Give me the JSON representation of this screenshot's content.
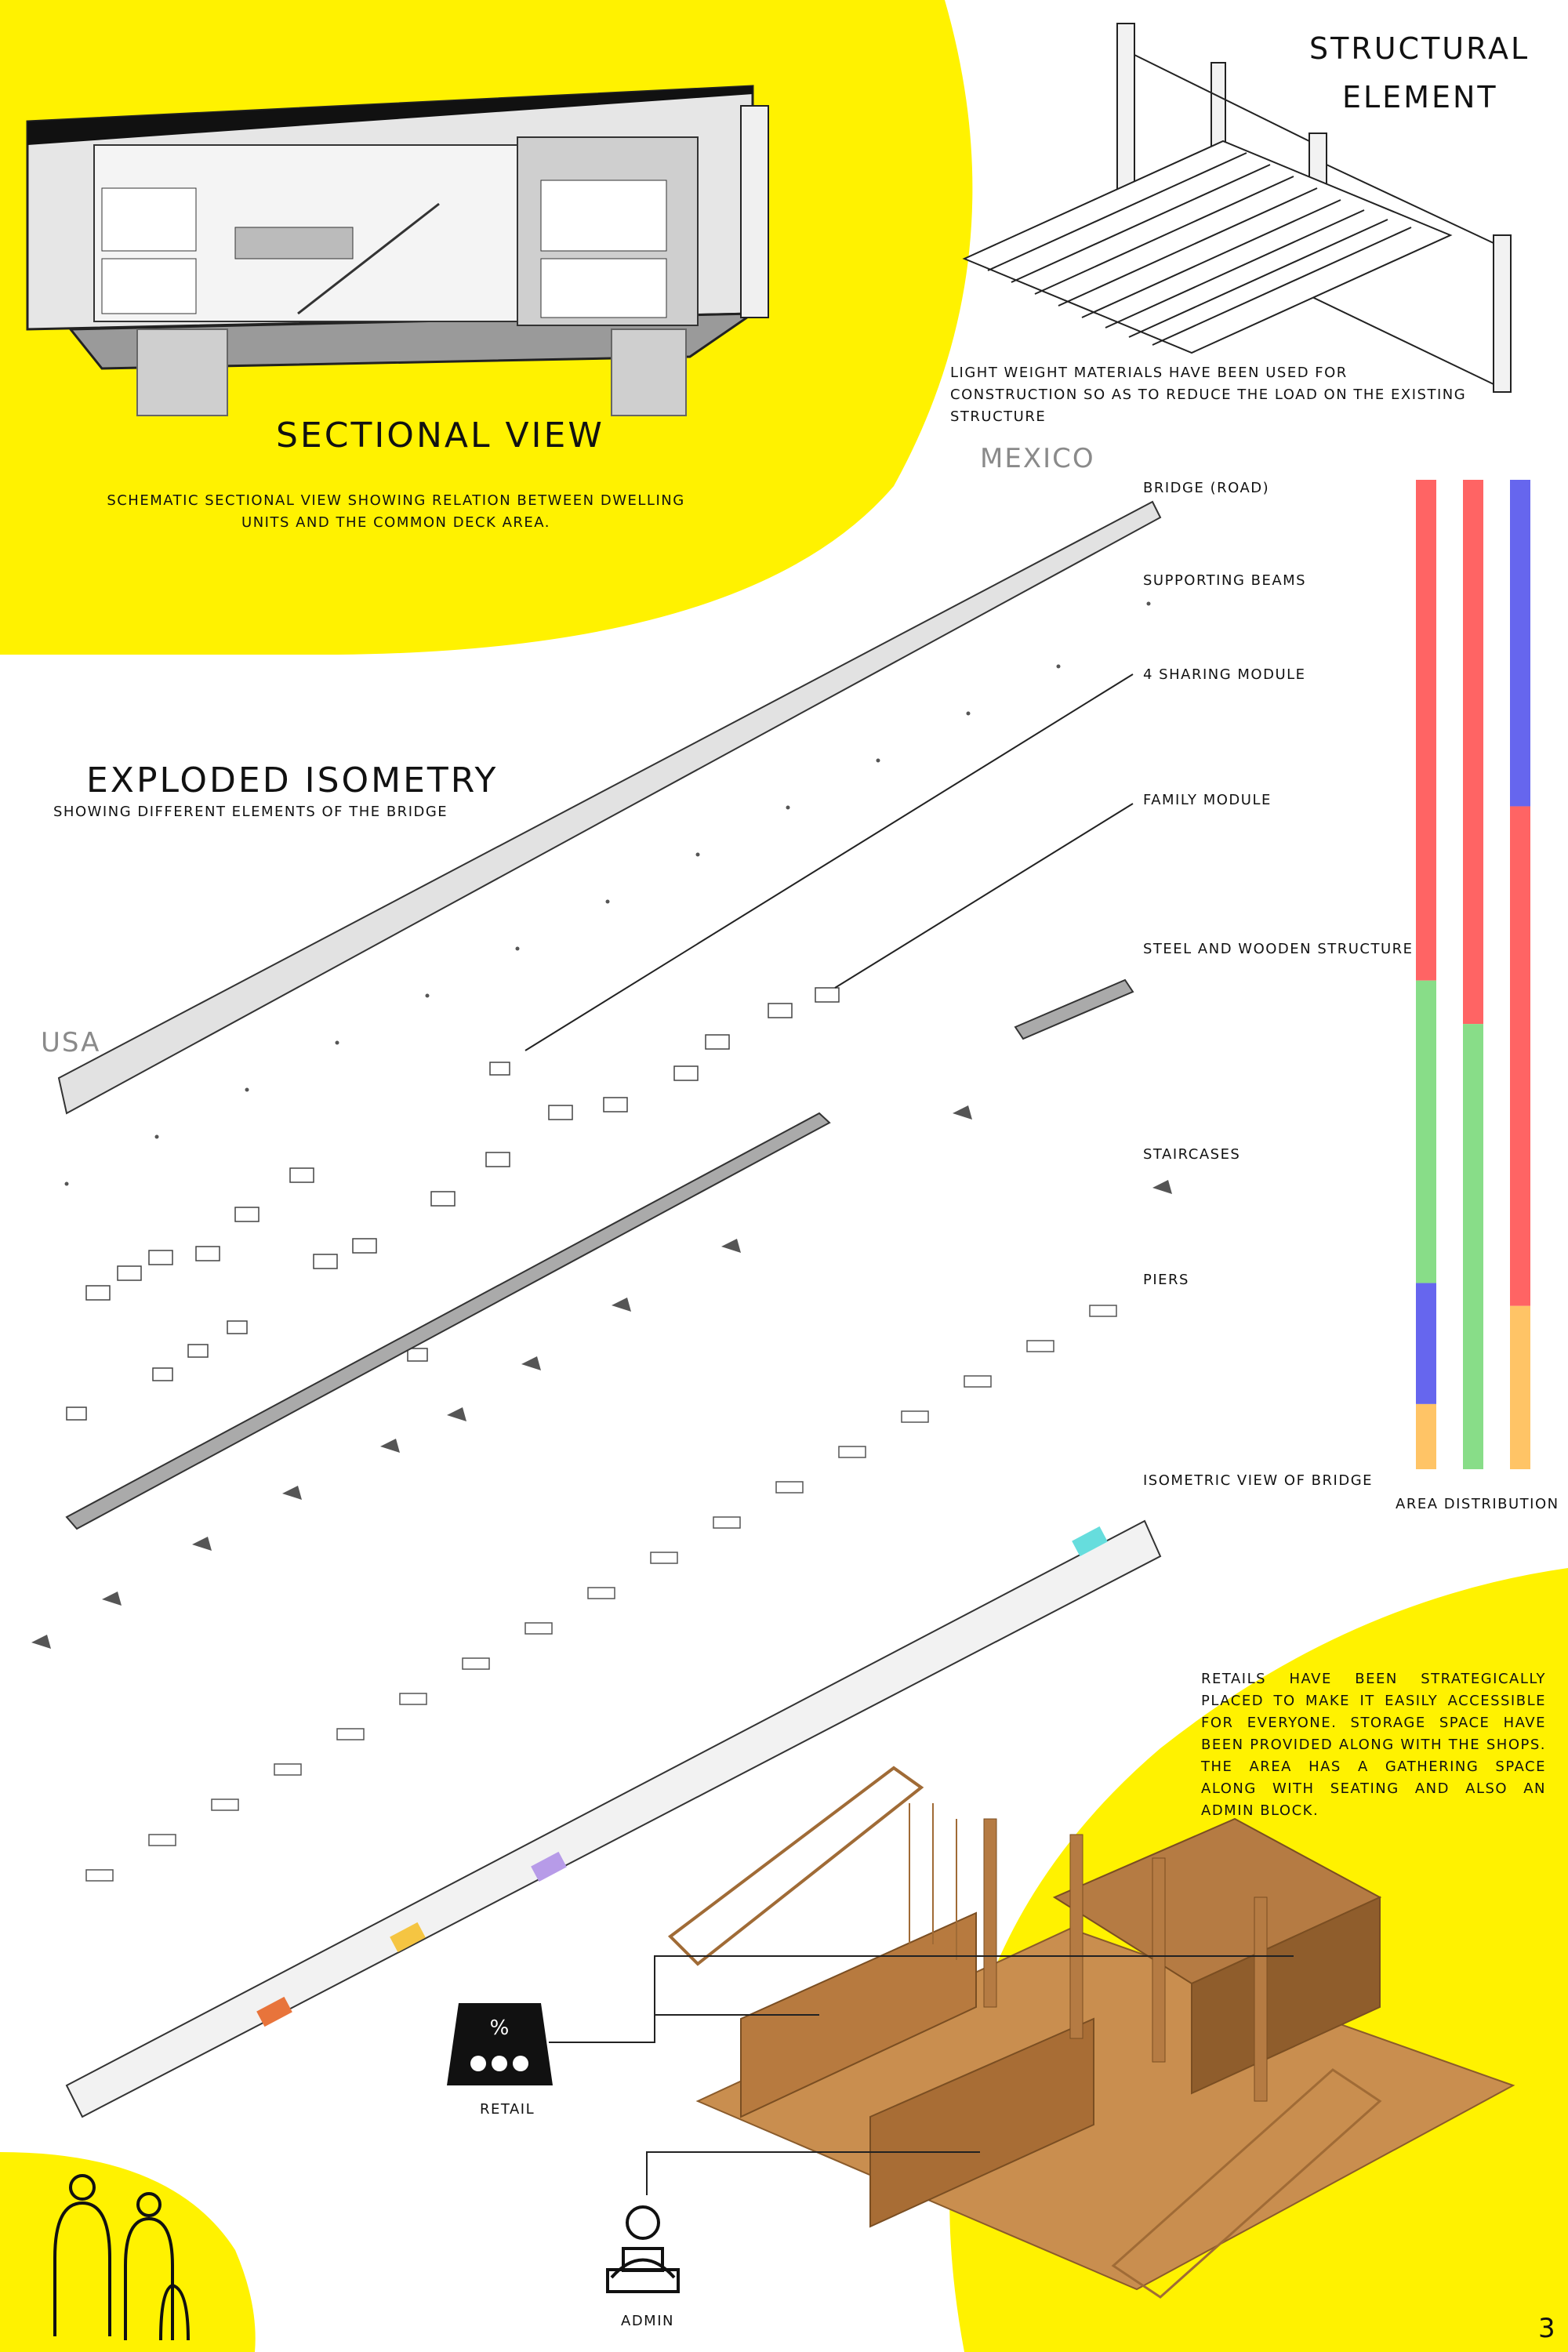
{
  "sectional_view": {
    "title": "SECTIONAL VIEW",
    "description": "SCHEMATIC SECTIONAL VIEW SHOWING RELATION BETWEEN DWELLING UNITS AND THE COMMON DECK AREA."
  },
  "structural_element": {
    "title_line1": "STRUCTURAL",
    "title_line2": "ELEMENT",
    "description": "LIGHT WEIGHT MATERIALS HAVE BEEN USED FOR CONSTRUCTION SO AS TO REDUCE THE LOAD ON THE EXISTING STRUCTURE"
  },
  "exploded_isometry": {
    "title": "EXPLODED ISOMETRY",
    "subtitle": "SHOWING DIFFERENT ELEMENTS OF THE BRIDGE",
    "end_labels": {
      "left": "USA",
      "right": "MEXICO"
    },
    "layers": [
      "BRIDGE (ROAD)",
      "SUPPORTING BEAMS",
      "4 SHARING MODULE",
      "FAMILY MODULE",
      "STEEL AND WOODEN STRUCTURE",
      "STAIRCASES",
      "PIERS",
      "ISOMETRIC VIEW OF BRIDGE"
    ]
  },
  "area_distribution": {
    "label": "AREA DISTRIBUTION",
    "colors": {
      "red": "#ff6464",
      "green": "#88dd88",
      "blue": "#6666ee",
      "orange": "#ffc466"
    },
    "bars": [
      {
        "segments": [
          {
            "color": "red",
            "share": 0.538
          },
          {
            "color": "green",
            "share": 0.325
          },
          {
            "color": "blue",
            "share": 0.13
          },
          {
            "color": "orange",
            "share": 0.07
          }
        ]
      },
      {
        "segments": [
          {
            "color": "red",
            "share": 0.55
          },
          {
            "color": "green",
            "share": 0.45
          }
        ]
      },
      {
        "segments": [
          {
            "color": "blue",
            "share": 0.33
          },
          {
            "color": "red",
            "share": 0.505
          },
          {
            "color": "orange",
            "share": 0.165
          }
        ]
      }
    ]
  },
  "retail_block": {
    "description": "RETAILS HAVE BEEN STRATEGICALLY PLACED TO MAKE IT EASILY ACCESSIBLE FOR EVERYONE. STORAGE SPACE HAVE BEEN PROVIDED ALONG WITH THE SHOPS. THE AREA HAS A GATHERING SPACE ALONG WITH SEATING AND ALSO AN ADMIN BLOCK.",
    "icon_labels": {
      "retail": "RETAIL",
      "admin": "ADMIN"
    }
  },
  "page_number": "3",
  "accent_color": "#fff200"
}
